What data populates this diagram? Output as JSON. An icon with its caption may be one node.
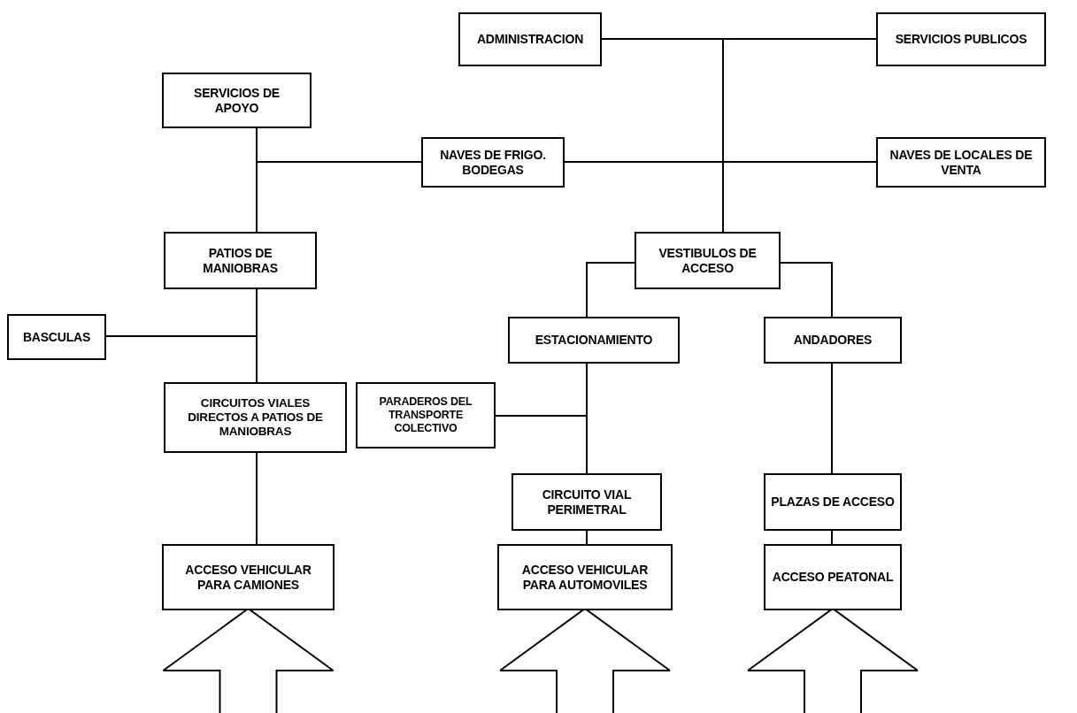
{
  "diagram": {
    "nodes": [
      {
        "text": [
          "ADMINISTRACION"
        ]
      },
      {
        "text": [
          "SERVICIOS PUBLICOS"
        ]
      },
      {
        "text": [
          "SERVICIOS DE APOYO"
        ]
      },
      {
        "text": [
          "NAVES DE FRIGO. BODEGAS"
        ]
      },
      {
        "text": [
          "NAVES DE LOCALES DE VENTA"
        ]
      },
      {
        "text": [
          "VESTIBULOS DE ACCESO"
        ]
      },
      {
        "text": [
          "PATIOS DE MANIOBRAS"
        ]
      },
      {
        "text": [
          "BASCULAS"
        ]
      },
      {
        "text": [
          "ESTACIONAMIENTO"
        ]
      },
      {
        "text": [
          "ANDADORES"
        ]
      },
      {
        "text": [
          "CIRCUITOS VIALES DIRECTOS A PATIOS DE MANIOBRAS"
        ]
      },
      {
        "text": [
          "PARADEROS DEL TRANSPORTE COLECTIVO"
        ]
      },
      {
        "text": [
          "CIRCUITO VIAL PERIMETRAL"
        ]
      },
      {
        "text": [
          "PLAZAS DE ACCESO"
        ]
      },
      {
        "text": [
          "ACCESO VEHICULAR PARA CAMIONES"
        ]
      },
      {
        "text": [
          "ACCESO VEHICULAR PARA AUTOMOVILES"
        ]
      },
      {
        "text": [
          "ACCESO PEATONAL"
        ]
      }
    ],
    "edges": [
      {
        "from": 0,
        "to": 1,
        "arrow": "none"
      },
      {
        "from": 0,
        "to": 5,
        "arrow": "none"
      },
      {
        "from": 1,
        "to": 5,
        "arrow": "none"
      },
      {
        "from": 3,
        "to": 4,
        "arrow": "none"
      },
      {
        "from": 3,
        "to": 2,
        "arrow": "none"
      },
      {
        "from": 3,
        "to": 6,
        "arrow": "none"
      },
      {
        "from": 2,
        "to": 6,
        "arrow": "none"
      },
      {
        "from": 7,
        "to": 6,
        "arrow": "none"
      },
      {
        "from": 7,
        "to": 10,
        "arrow": "none"
      },
      {
        "from": 6,
        "to": 10,
        "arrow": "none"
      },
      {
        "from": 5,
        "to": 8,
        "arrow": "none"
      },
      {
        "from": 5,
        "to": 9,
        "arrow": "none"
      },
      {
        "from": 11,
        "to": 8,
        "arrow": "none"
      },
      {
        "from": 11,
        "to": 12,
        "arrow": "none"
      },
      {
        "from": 8,
        "to": 12,
        "arrow": "none"
      },
      {
        "from": 10,
        "to": 14,
        "arrow": "none"
      },
      {
        "from": 12,
        "to": 15,
        "arrow": "none"
      },
      {
        "from": 9,
        "to": 13,
        "arrow": "none"
      },
      {
        "from": 13,
        "to": 16,
        "arrow": "none"
      },
      {
        "from": null,
        "to": 14,
        "arrow": "to"
      },
      {
        "from": null,
        "to": 15,
        "arrow": "to"
      },
      {
        "from": null,
        "to": 16,
        "arrow": "to"
      }
    ]
  }
}
